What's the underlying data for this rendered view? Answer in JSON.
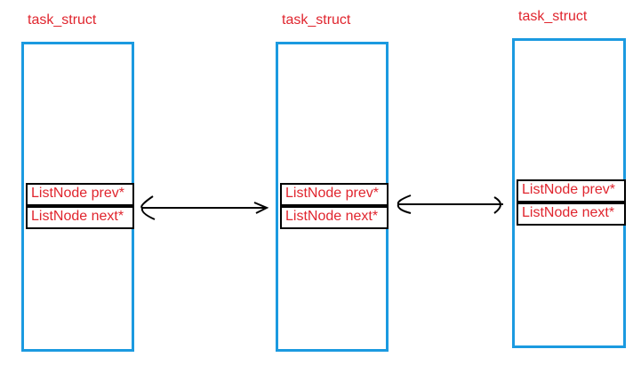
{
  "colors": {
    "text": "#e0252e",
    "box_border": "#1b9ae0",
    "field_border": "#000000",
    "arrow": "#000000"
  },
  "structs": [
    {
      "title": "task_struct",
      "prev": "ListNode prev*",
      "next": "ListNode next*"
    },
    {
      "title": "task_struct",
      "prev": "ListNode prev*",
      "next": "ListNode next*"
    },
    {
      "title": "task_struct",
      "prev": "ListNode prev*",
      "next": "ListNode next*"
    }
  ],
  "links": [
    {
      "from": 0,
      "to": 1,
      "direction": "bidirectional"
    },
    {
      "from": 1,
      "to": 2,
      "direction": "bidirectional"
    }
  ]
}
